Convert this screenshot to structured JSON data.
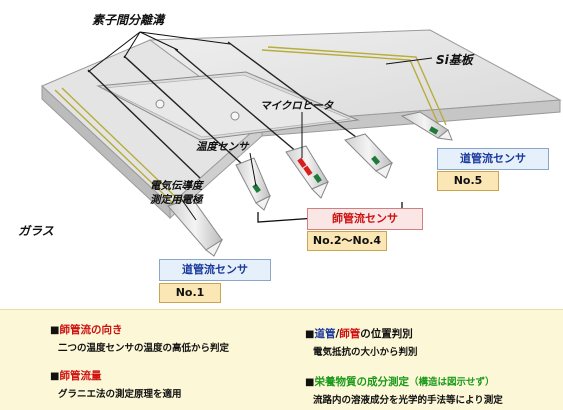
{
  "labels": {
    "isolation_groove": "素子間分離溝",
    "si_substrate": "Si基板",
    "micro_heater": "マイクロヒータ",
    "temp_sensor": "温度センサ",
    "electrode_line1": "電気伝導度",
    "electrode_line2": "測定用電極",
    "glass": "ガラス"
  },
  "boxes": {
    "xylem_right": "道管流センサ",
    "xylem_right_num": "No.5",
    "phloem": "師管流センサ",
    "phloem_num": "No.2〜No.4",
    "xylem_left": "道管流センサ",
    "xylem_left_num": "No.1"
  },
  "info": {
    "bullet": "■",
    "item1_title": "師管流の向き",
    "item1_desc": "二つの温度センサの温度の高低から判定",
    "item2_title": "師管流量",
    "item2_desc": "グラニエ法の測定原理を適用",
    "item3_part1": "道管",
    "item3_slash": "/",
    "item3_part2": "師管",
    "item3_rest": "の位置判別",
    "item3_desc": "電気抵抗の大小から判別",
    "item4_title": "栄養物質の成分測定",
    "item4_note": "（構造は図示せず）",
    "item4_desc": "流路内の溶液成分を光学的手法等により測定"
  },
  "colors": {
    "red": "#cc1111",
    "blue": "#1a3a9c",
    "green": "#1a9a1a",
    "panel": "#fcf7d6"
  }
}
